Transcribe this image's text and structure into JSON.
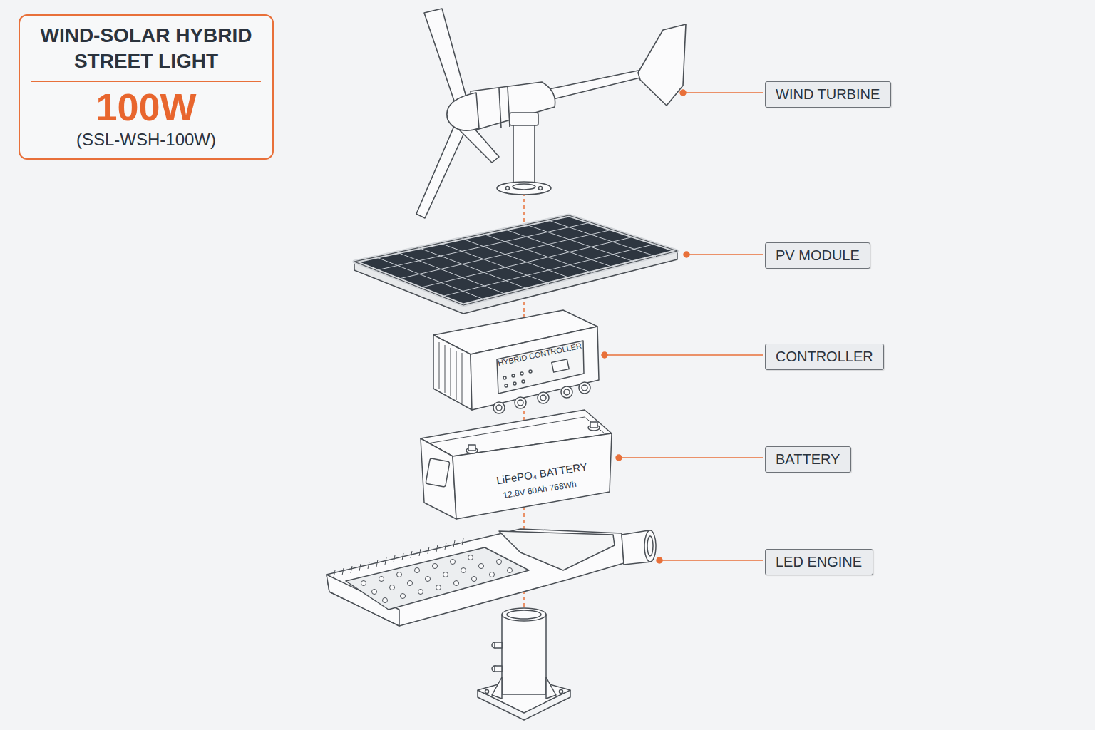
{
  "diagram": {
    "nodes": [
      {
        "text": [
          "WIND-SOLAR HYBRID STREET LIGHT",
          "100W",
          "(SSL-WSH-100W)"
        ]
      },
      {
        "text": [
          "WIND TURBINE"
        ]
      },
      {
        "text": [
          "PV MODULE"
        ]
      },
      {
        "text": [
          "CONTROLLER"
        ]
      },
      {
        "text": [
          "BATTERY"
        ]
      },
      {
        "text": [
          "LED ENGINE"
        ]
      }
    ],
    "labels": [
      "HYBRID CONTROLLER",
      "LiFePO₄ BATTERY",
      "12.8V 60Ah 768Wh"
    ]
  }
}
